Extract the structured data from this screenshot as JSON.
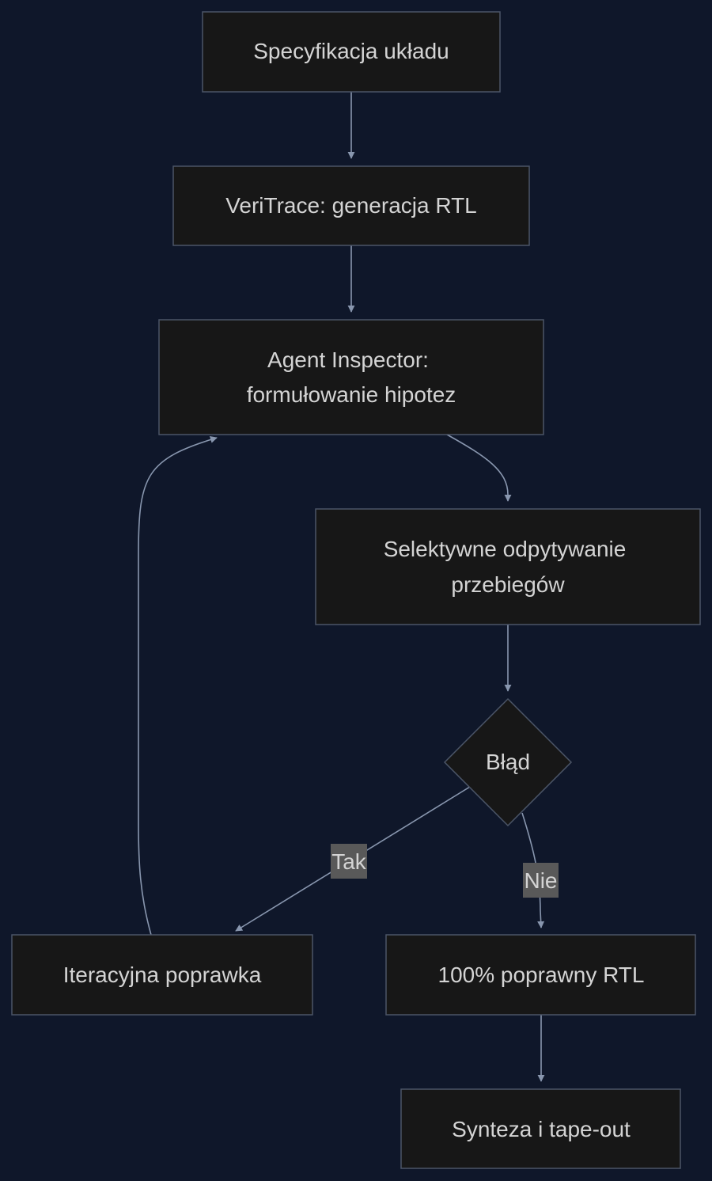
{
  "nodes": {
    "spec": {
      "label": "Specyfikacja układu"
    },
    "veritrace": {
      "label": "VeriTrace: generacja RTL"
    },
    "inspector": {
      "line1": "Agent Inspector:",
      "line2": "formułowanie hipotez"
    },
    "query": {
      "line1": "Selektywne odpytywanie",
      "line2": "przebiegów"
    },
    "error": {
      "label": "Błąd"
    },
    "fix": {
      "label": "Iteracyjna poprawka"
    },
    "correct": {
      "label": "100% poprawny RTL"
    },
    "synth": {
      "label": "Synteza i tape-out"
    }
  },
  "edges": {
    "yes": {
      "label": "Tak"
    },
    "no": {
      "label": "Nie"
    }
  },
  "colors": {
    "background": "#0f172a",
    "node_fill": "#171717",
    "node_stroke": "#4b5567",
    "edge": "#8896ae",
    "label_bg": "#595959",
    "text": "#d4d4d4"
  }
}
